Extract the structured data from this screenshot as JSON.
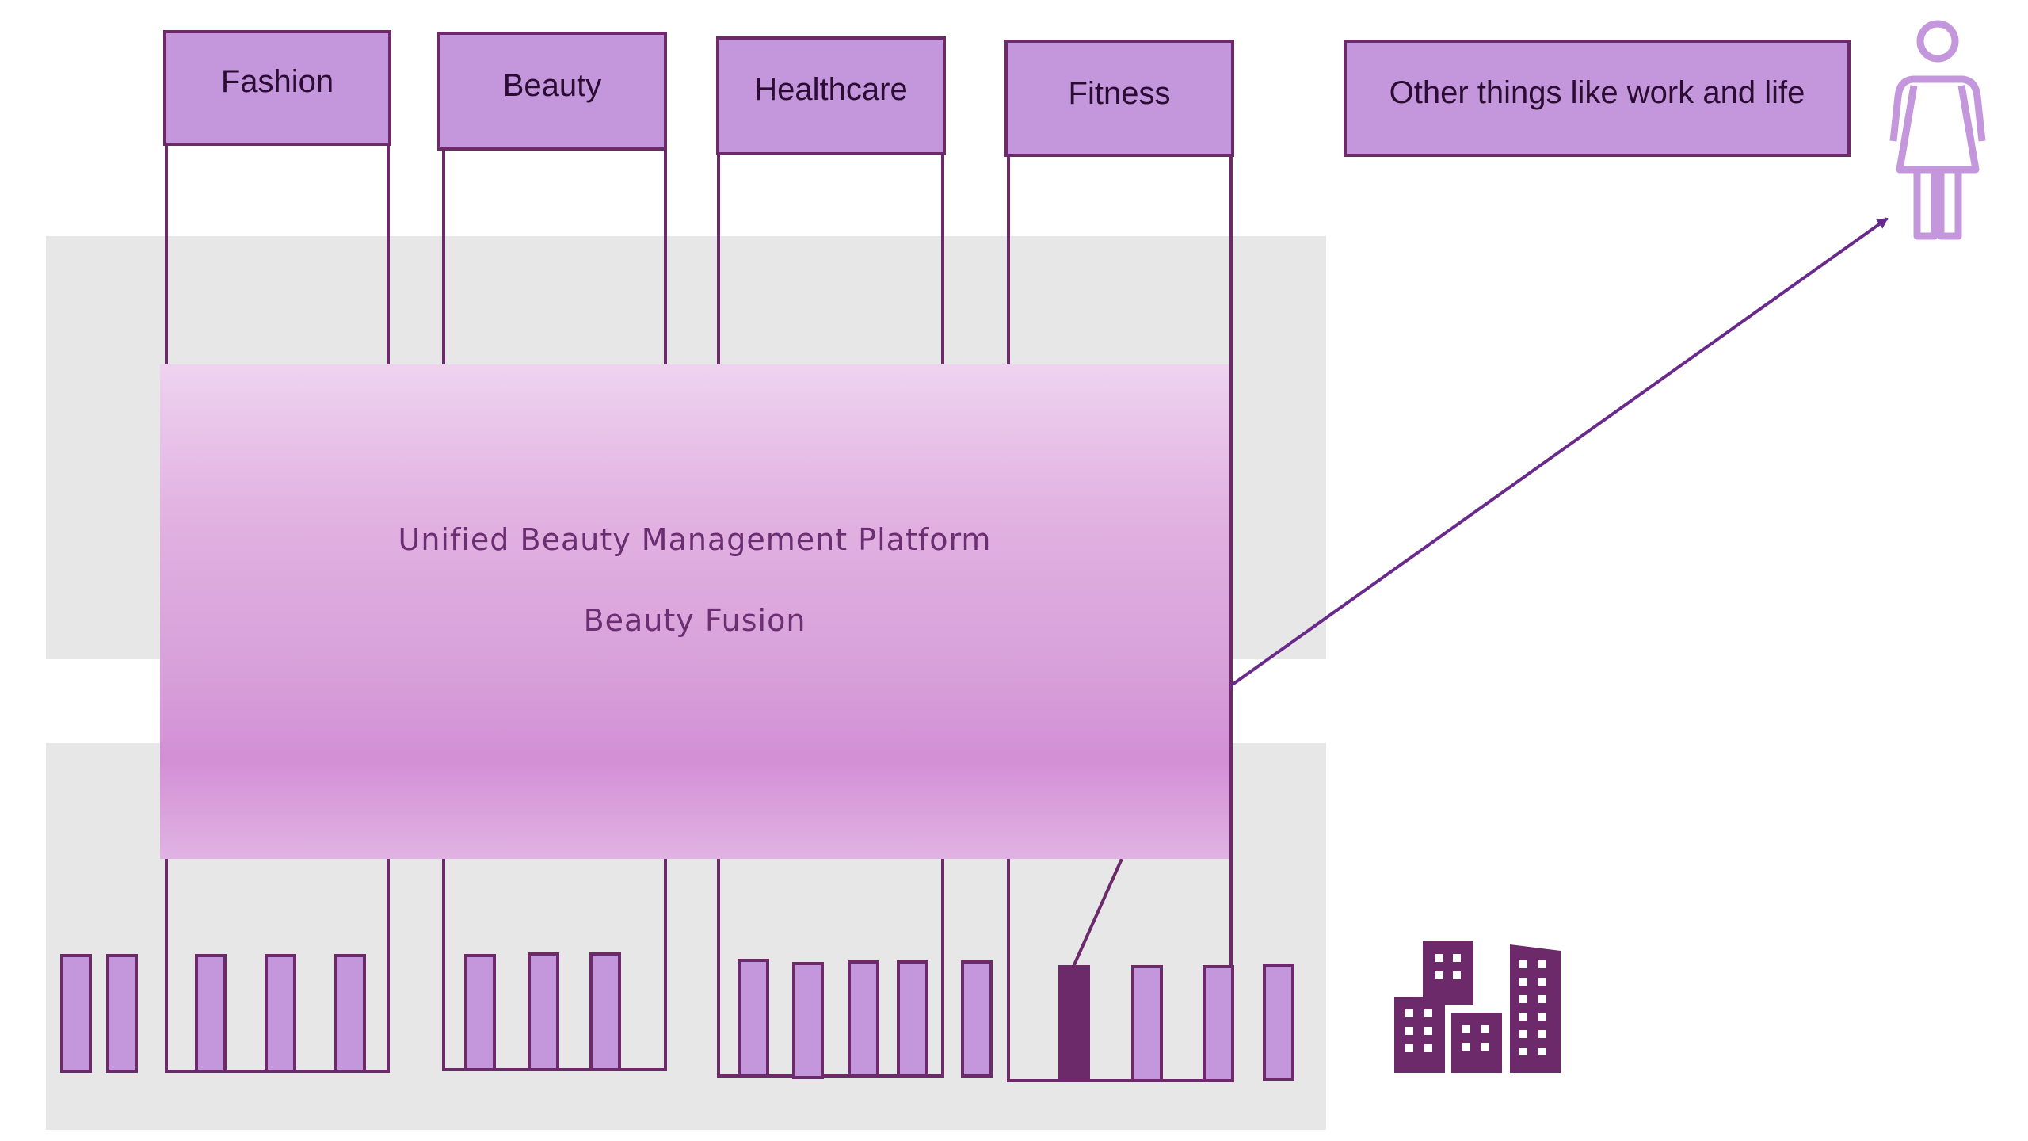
{
  "categories": [
    {
      "id": "fashion",
      "label": "Fashion"
    },
    {
      "id": "beauty",
      "label": "Beauty"
    },
    {
      "id": "healthcare",
      "label": "Healthcare"
    },
    {
      "id": "fitness",
      "label": "Fitness"
    },
    {
      "id": "other",
      "label": "Other things like work and life"
    }
  ],
  "platform": {
    "title": "Unified Beauty Management Platform",
    "name": "Beauty Fusion"
  },
  "icons": {
    "person": "woman-icon",
    "buildings": "buildings-icon"
  },
  "colors": {
    "box_fill": "#c497dc",
    "box_border": "#6c2a6a",
    "highlight_bar": "#6c2a6a",
    "background_band": "#e7e7e7",
    "arrow": "#6a2a8c"
  }
}
